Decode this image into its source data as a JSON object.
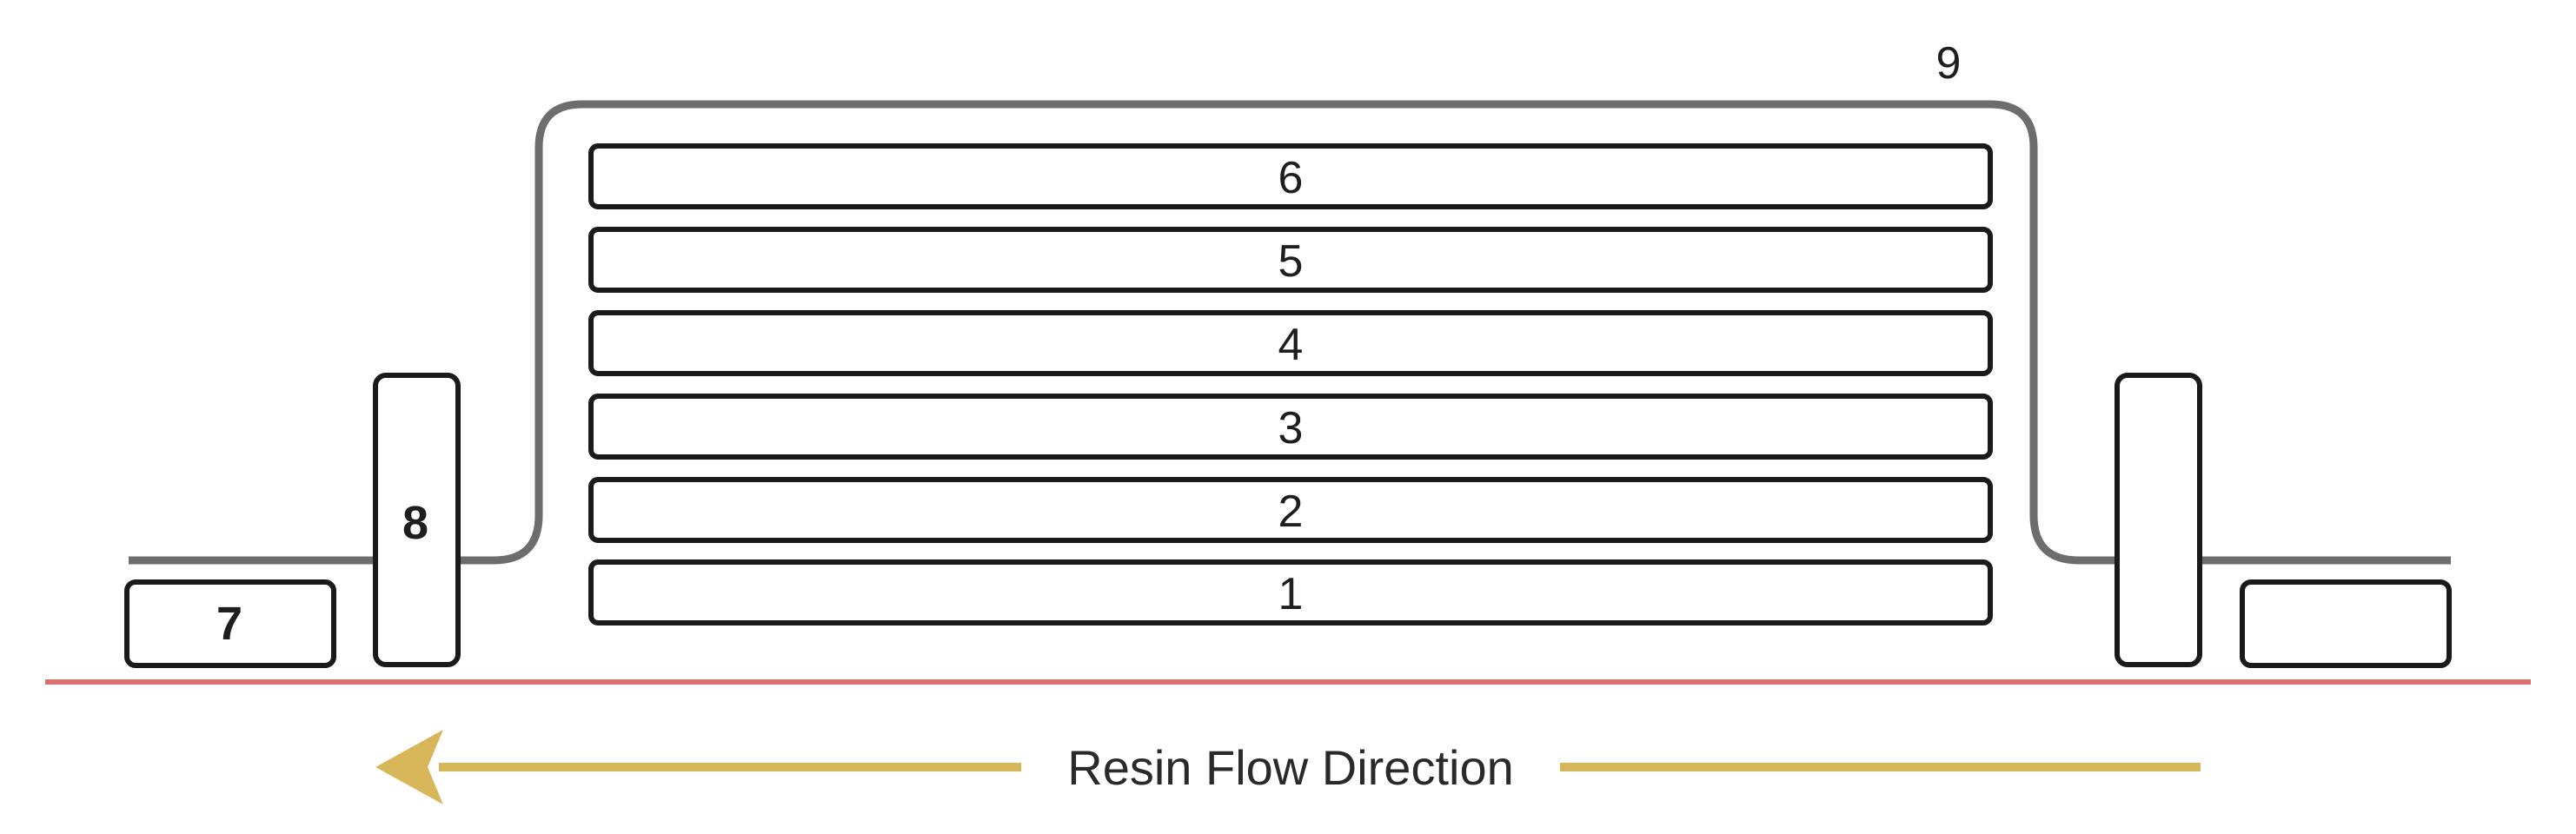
{
  "colors": {
    "bag_outline": "#6d6d6d",
    "tool_surface": "#d9716f",
    "flow_arrow": "#d8b75a",
    "layer_outline": "#1a1a1a"
  },
  "layers": [
    {
      "label": "6"
    },
    {
      "label": "5"
    },
    {
      "label": "4"
    },
    {
      "label": "3"
    },
    {
      "label": "2"
    },
    {
      "label": "1"
    }
  ],
  "labels": {
    "bag": "9",
    "dam": "8",
    "inlet": "7"
  },
  "flow": {
    "text": "Resin Flow Direction",
    "direction": "left"
  }
}
